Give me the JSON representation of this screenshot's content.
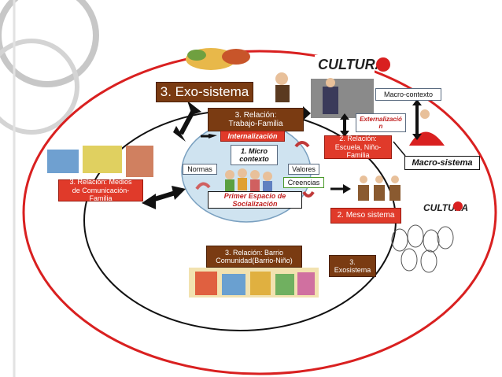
{
  "title": "3. Exo-sistema",
  "labels": {
    "macro_contexto": "Macro-contexto",
    "externalizacion": "Externalizació n",
    "macro_sistema": "Macro-sistema",
    "relacion_trabajo": "3. Relación: Trabajo-Familia",
    "internalizacion": "Internalización",
    "micro_contexto": "1. Micro contexto",
    "normas": "Normas",
    "valores": "Valores",
    "creencias": "Creencias",
    "primer_espacio": "Primer Espacio de Socialización",
    "relacion_escuela": "2. Relación: Escuela, Niño-Familia",
    "meso_sistema": "2. Meso sistema",
    "relacion_medios": "3. Relación: Medios de Comunicación-Familia",
    "relacion_barrio": "3. Relación: Barrio Comunidad(Barrio-Niño)",
    "exosistema": "3. Exosistema"
  },
  "decor": {
    "cultura_text_1": "CULTURA",
    "cultura_text_2": "CULTURA"
  },
  "colors": {
    "outer_ellipse": "#d92020",
    "inner_ellipse": "#111111",
    "dark_box": "#7a3b12",
    "red_box": "#e03a2a",
    "micro_circle_fill": "#cfe3f0"
  }
}
